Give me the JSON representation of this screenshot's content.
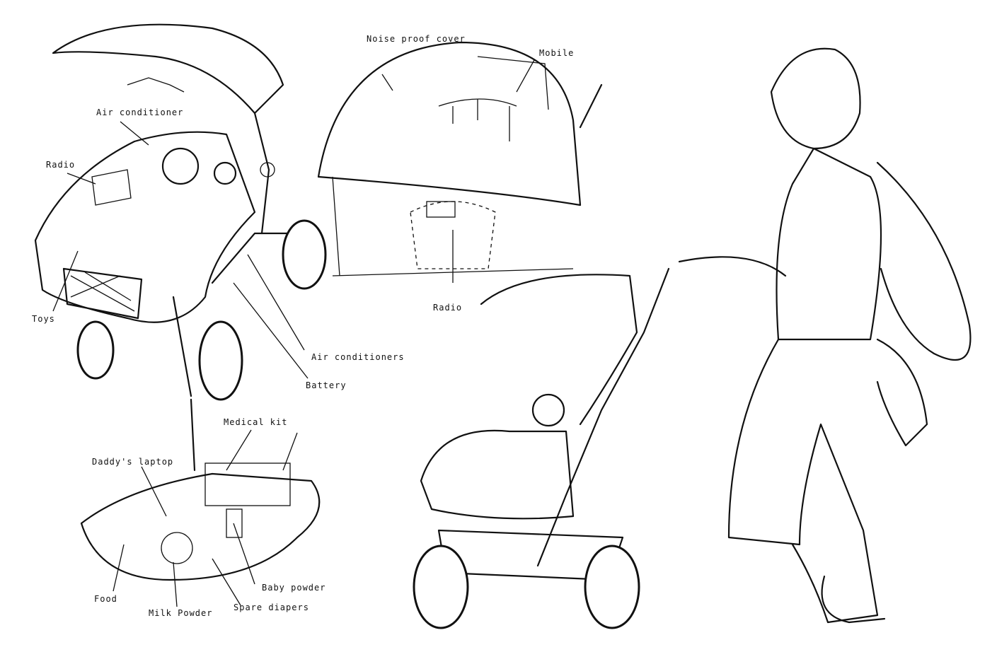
{
  "labels": {
    "air_conditioner": "Air conditioner",
    "radio_left": "Radio",
    "toys": "Toys",
    "air_conditioners": "Air conditioners",
    "battery": "Battery",
    "noise_proof_cover": "Noise proof cover",
    "mobile": "Mobile",
    "radio_center": "Radio",
    "medical_kit": "Medical kit",
    "daddys_laptop": "Daddy's laptop",
    "baby_powder": "Baby powder",
    "spare_diapers": "Spare diapers",
    "milk_powder": "Milk Powder",
    "food": "Food"
  }
}
